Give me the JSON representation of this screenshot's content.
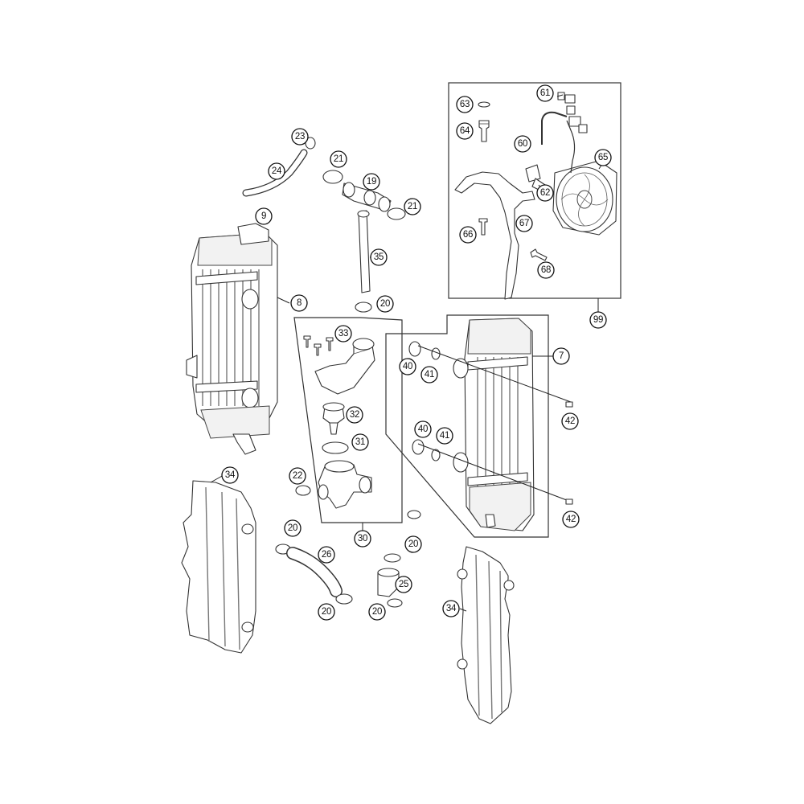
{
  "callouts": {
    "c7": "7",
    "c8": "8",
    "c9": "9",
    "c19": "19",
    "c20a": "20",
    "c20b": "20",
    "c20c": "20",
    "c20d": "20",
    "c20e": "20",
    "c21a": "21",
    "c21b": "21",
    "c22": "22",
    "c23": "23",
    "c24": "24",
    "c25": "25",
    "c26": "26",
    "c30": "30",
    "c31": "31",
    "c32": "32",
    "c33": "33",
    "c34a": "34",
    "c34b": "34",
    "c35": "35",
    "c40a": "40",
    "c40b": "40",
    "c41a": "41",
    "c41b": "41",
    "c42a": "42",
    "c42b": "42",
    "c60": "60",
    "c61": "61",
    "c62": "62",
    "c63": "63",
    "c64": "64",
    "c65": "65",
    "c66": "66",
    "c67": "67",
    "c68": "68",
    "c99": "99"
  }
}
